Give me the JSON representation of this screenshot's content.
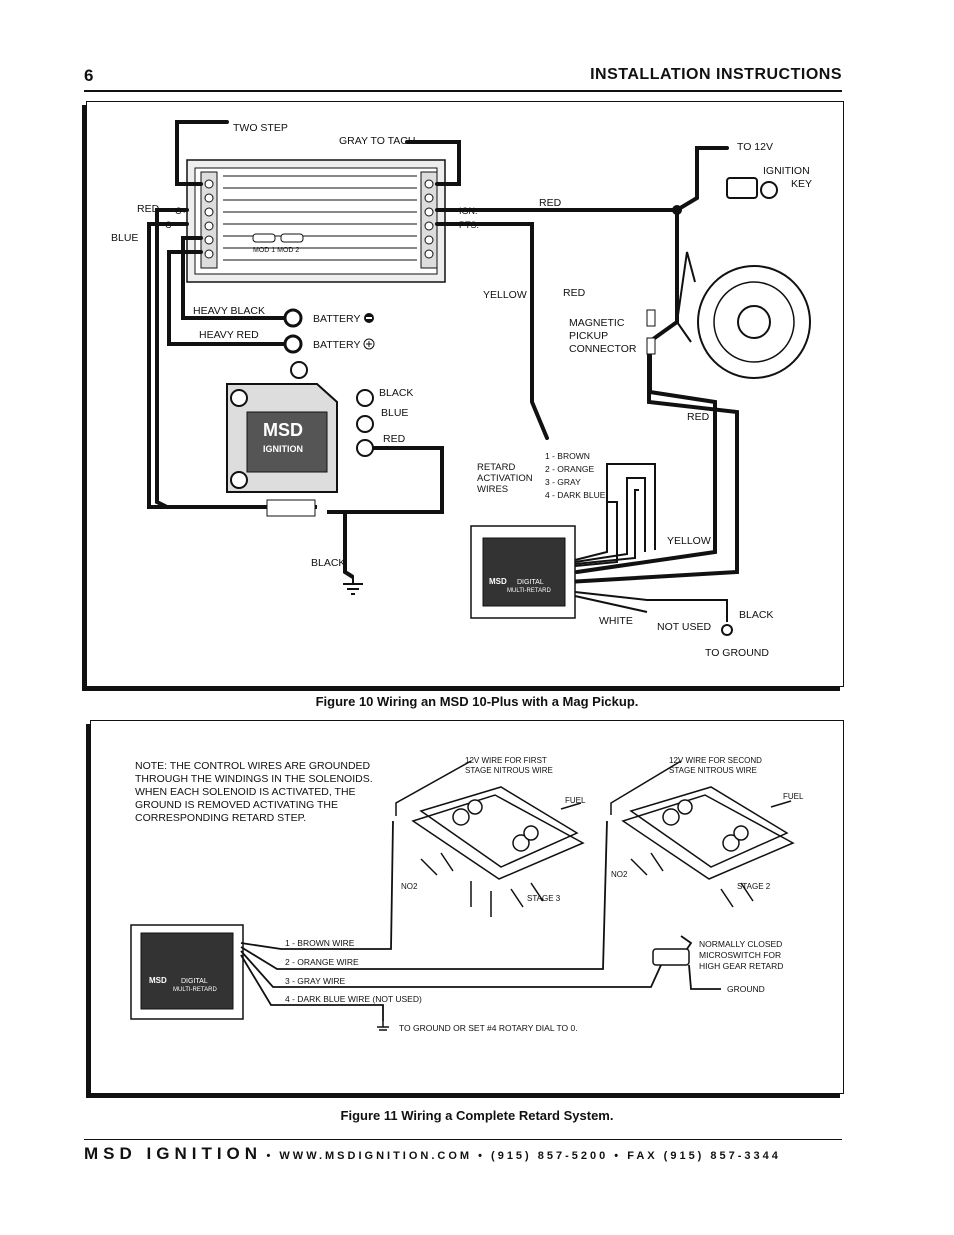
{
  "header": {
    "page_number": "6",
    "title": "INSTALLATION INSTRUCTIONS"
  },
  "figure10": {
    "caption": "Figure 10 Wiring an MSD 10-Plus with a Mag Pickup.",
    "labels": {
      "two_step": "TWO STEP",
      "gray_to_tach": "GRAY TO TACH",
      "to_12v": "TO 12V",
      "ignition_key": "IGNITION",
      "ignition_key2": "KEY",
      "red_top": "RED",
      "red_left": "RED",
      "blue_left": "BLUE",
      "ign": "IGN.",
      "pts": "PTS.",
      "mod": "MOD 1  MOD 2",
      "c_plus": "C+",
      "c_minus": "C-",
      "yellow1": "YELLOW",
      "red_mid": "RED",
      "heavy_black": "HEAVY BLACK",
      "heavy_red": "HEAVY RED",
      "battery_neg": "BATTERY",
      "battery_pos": "BATTERY",
      "mag1": "MAGNETIC",
      "mag2": "PICKUP",
      "mag3": "CONNECTOR",
      "black_coil": "BLACK",
      "blue_coil": "BLUE",
      "red_coil": "RED",
      "msd_logo": "MSD",
      "ignition_logo": "IGNITION",
      "red_right": "RED",
      "retard1": "RETARD",
      "retard2": "ACTIVATION",
      "retard3": "WIRES",
      "w1": "1 - BROWN",
      "w2": "2 - ORANGE",
      "w3": "3 - GRAY",
      "w4": "4 - DARK BLUE",
      "yellow2": "YELLOW",
      "black_ground": "BLACK",
      "white": "WHITE",
      "not_used": "NOT USED",
      "black_right": "BLACK",
      "to_ground": "TO GROUND",
      "box_msd": "MSD",
      "box_digital": "DIGITAL",
      "box_retard": "MULTI-RETARD"
    }
  },
  "figure11": {
    "caption": "Figure 11  Wiring a Complete Retard System.",
    "note": [
      "NOTE: THE CONTROL WIRES ARE GROUNDED",
      "THROUGH THE WINDINGS IN THE SOLENOIDS.",
      "WHEN EACH SOLENOID IS ACTIVATED, THE",
      "GROUND IS REMOVED ACTIVATING THE",
      "CORRESPONDING RETARD STEP."
    ],
    "labels": {
      "first1": "12V WIRE FOR FIRST",
      "first2": "STAGE NITROUS WIRE",
      "second1": "12V WIRE FOR SECOND",
      "second2": "STAGE NITROUS WIRE",
      "fuel1": "FUEL",
      "fuel2": "FUEL",
      "no2_1": "NO2",
      "no2_2": "NO2",
      "stage3": "STAGE 3",
      "stage2": "STAGE 2",
      "wire1": "1 - BROWN WIRE",
      "wire2": "2 - ORANGE WIRE",
      "wire3": "3 - GRAY WIRE",
      "wire4": "4 - DARK BLUE WIRE (NOT USED)",
      "nc1": "NORMALLY CLOSED",
      "nc2": "MICROSWITCH FOR",
      "nc3": "HIGH GEAR RETARD",
      "ground": "GROUND",
      "to_ground": "TO GROUND OR SET #4 ROTARY DIAL TO 0.",
      "box_msd": "MSD",
      "box_digital": "DIGITAL",
      "box_retard": "MULTI-RETARD"
    }
  },
  "footer": {
    "brand": "MSD IGNITION",
    "contact": "•  WWW.MSDIGNITION.COM  •  (915) 857-5200  •  FAX (915) 857-3344"
  }
}
